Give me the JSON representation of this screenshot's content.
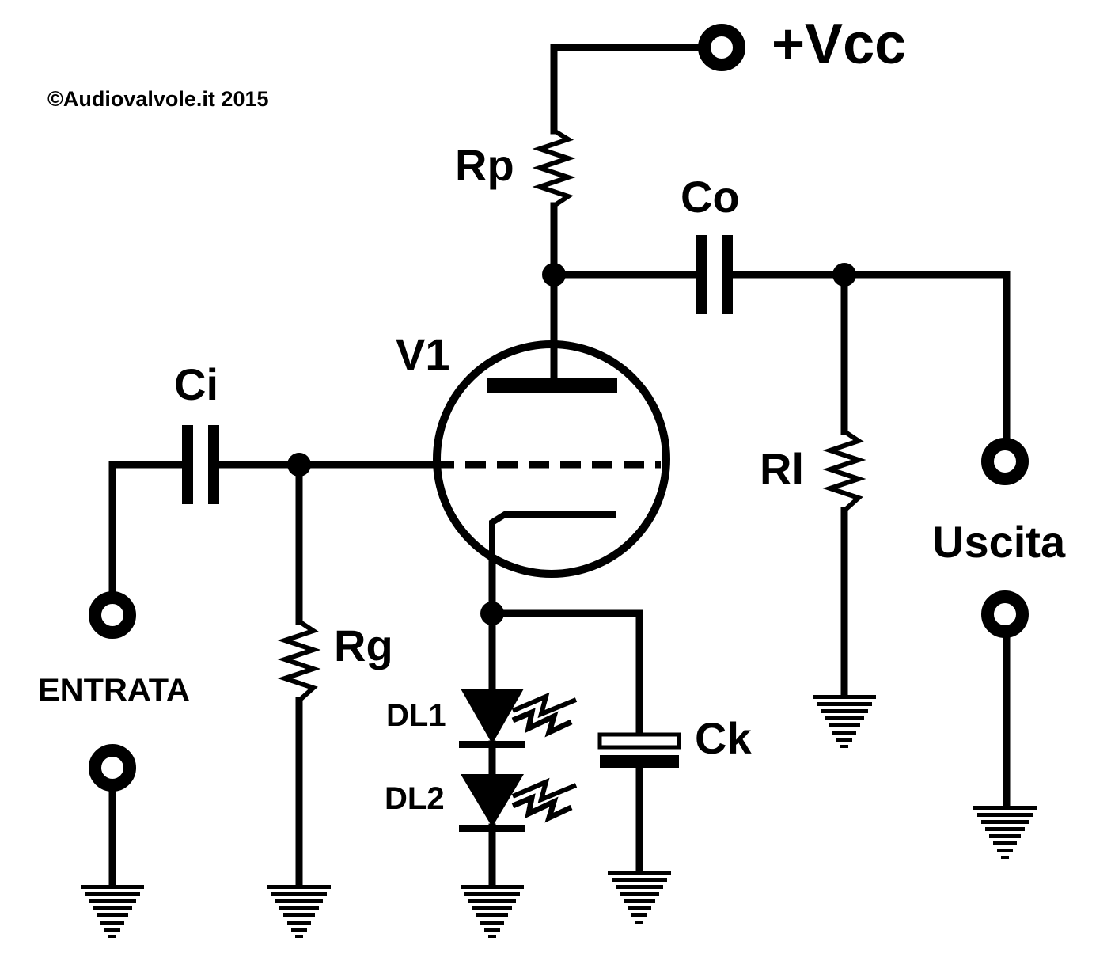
{
  "copyright": "©Audiovalvole.it 2015",
  "labels": {
    "vcc": "+Vcc",
    "rp": "Rp",
    "co": "Co",
    "v1": "V1",
    "ci": "Ci",
    "rl": "Rl",
    "uscita": "Uscita",
    "rg": "Rg",
    "entrata": "ENTRATA",
    "dl1": "DL1",
    "dl2": "DL2",
    "ck": "Ck"
  }
}
